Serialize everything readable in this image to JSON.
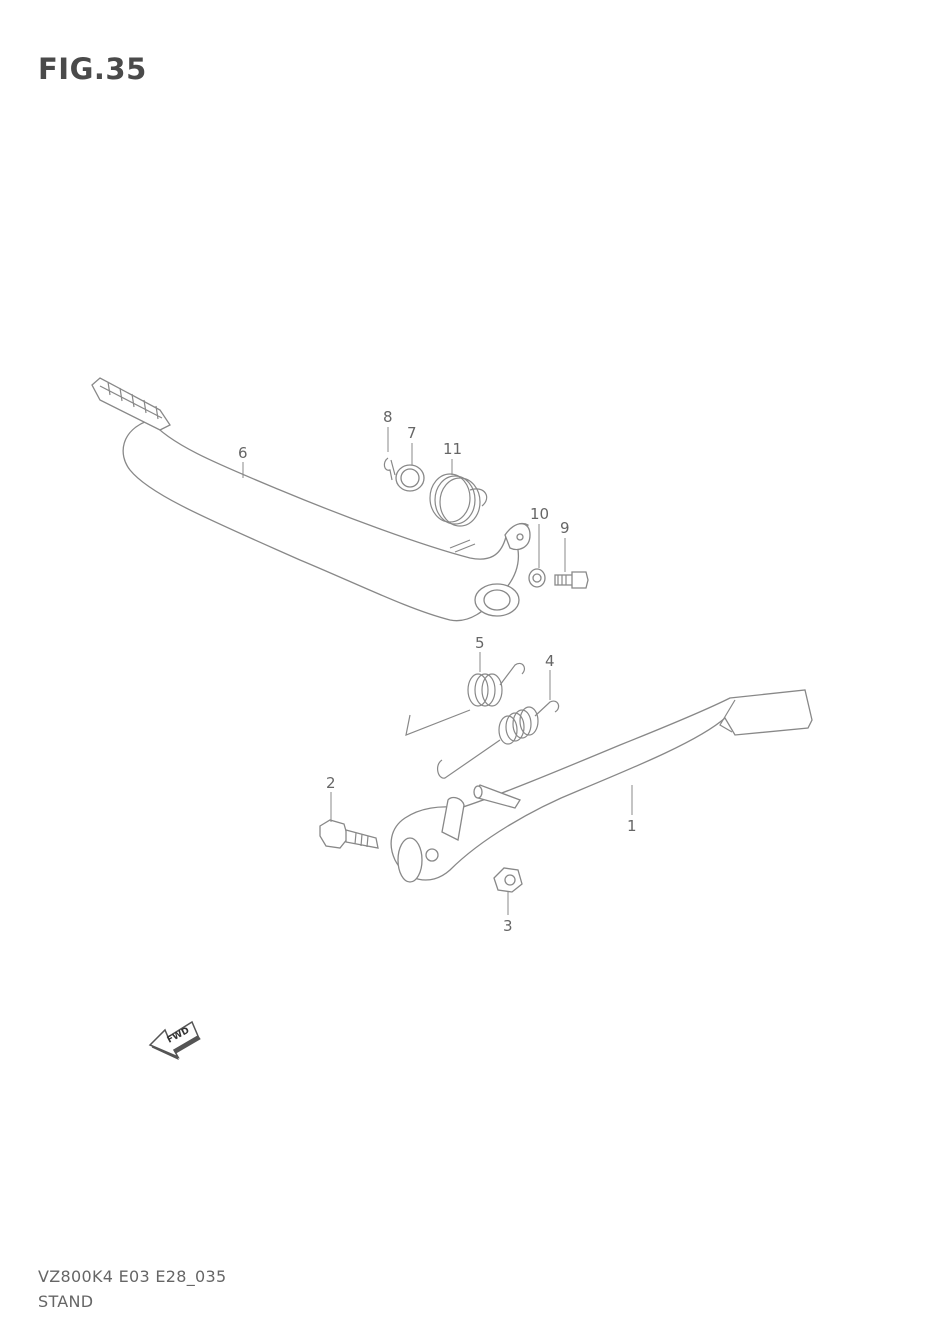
{
  "figure": {
    "title": "FIG.35",
    "model_code": "VZ800K4 E03 E28_035",
    "section_name": "STAND"
  },
  "callouts": [
    {
      "id": "1",
      "label": "1"
    },
    {
      "id": "2",
      "label": "2"
    },
    {
      "id": "3",
      "label": "3"
    },
    {
      "id": "4",
      "label": "4"
    },
    {
      "id": "5",
      "label": "5"
    },
    {
      "id": "6",
      "label": "6"
    },
    {
      "id": "7",
      "label": "7"
    },
    {
      "id": "8",
      "label": "8"
    },
    {
      "id": "9",
      "label": "9"
    },
    {
      "id": "10",
      "label": "10"
    },
    {
      "id": "11",
      "label": "11"
    }
  ],
  "fwd_arrow": {
    "label": "FWD",
    "icon": "forward-direction-arrow-icon"
  },
  "colors": {
    "line": "#888888",
    "text": "#666666",
    "background": "#ffffff"
  }
}
